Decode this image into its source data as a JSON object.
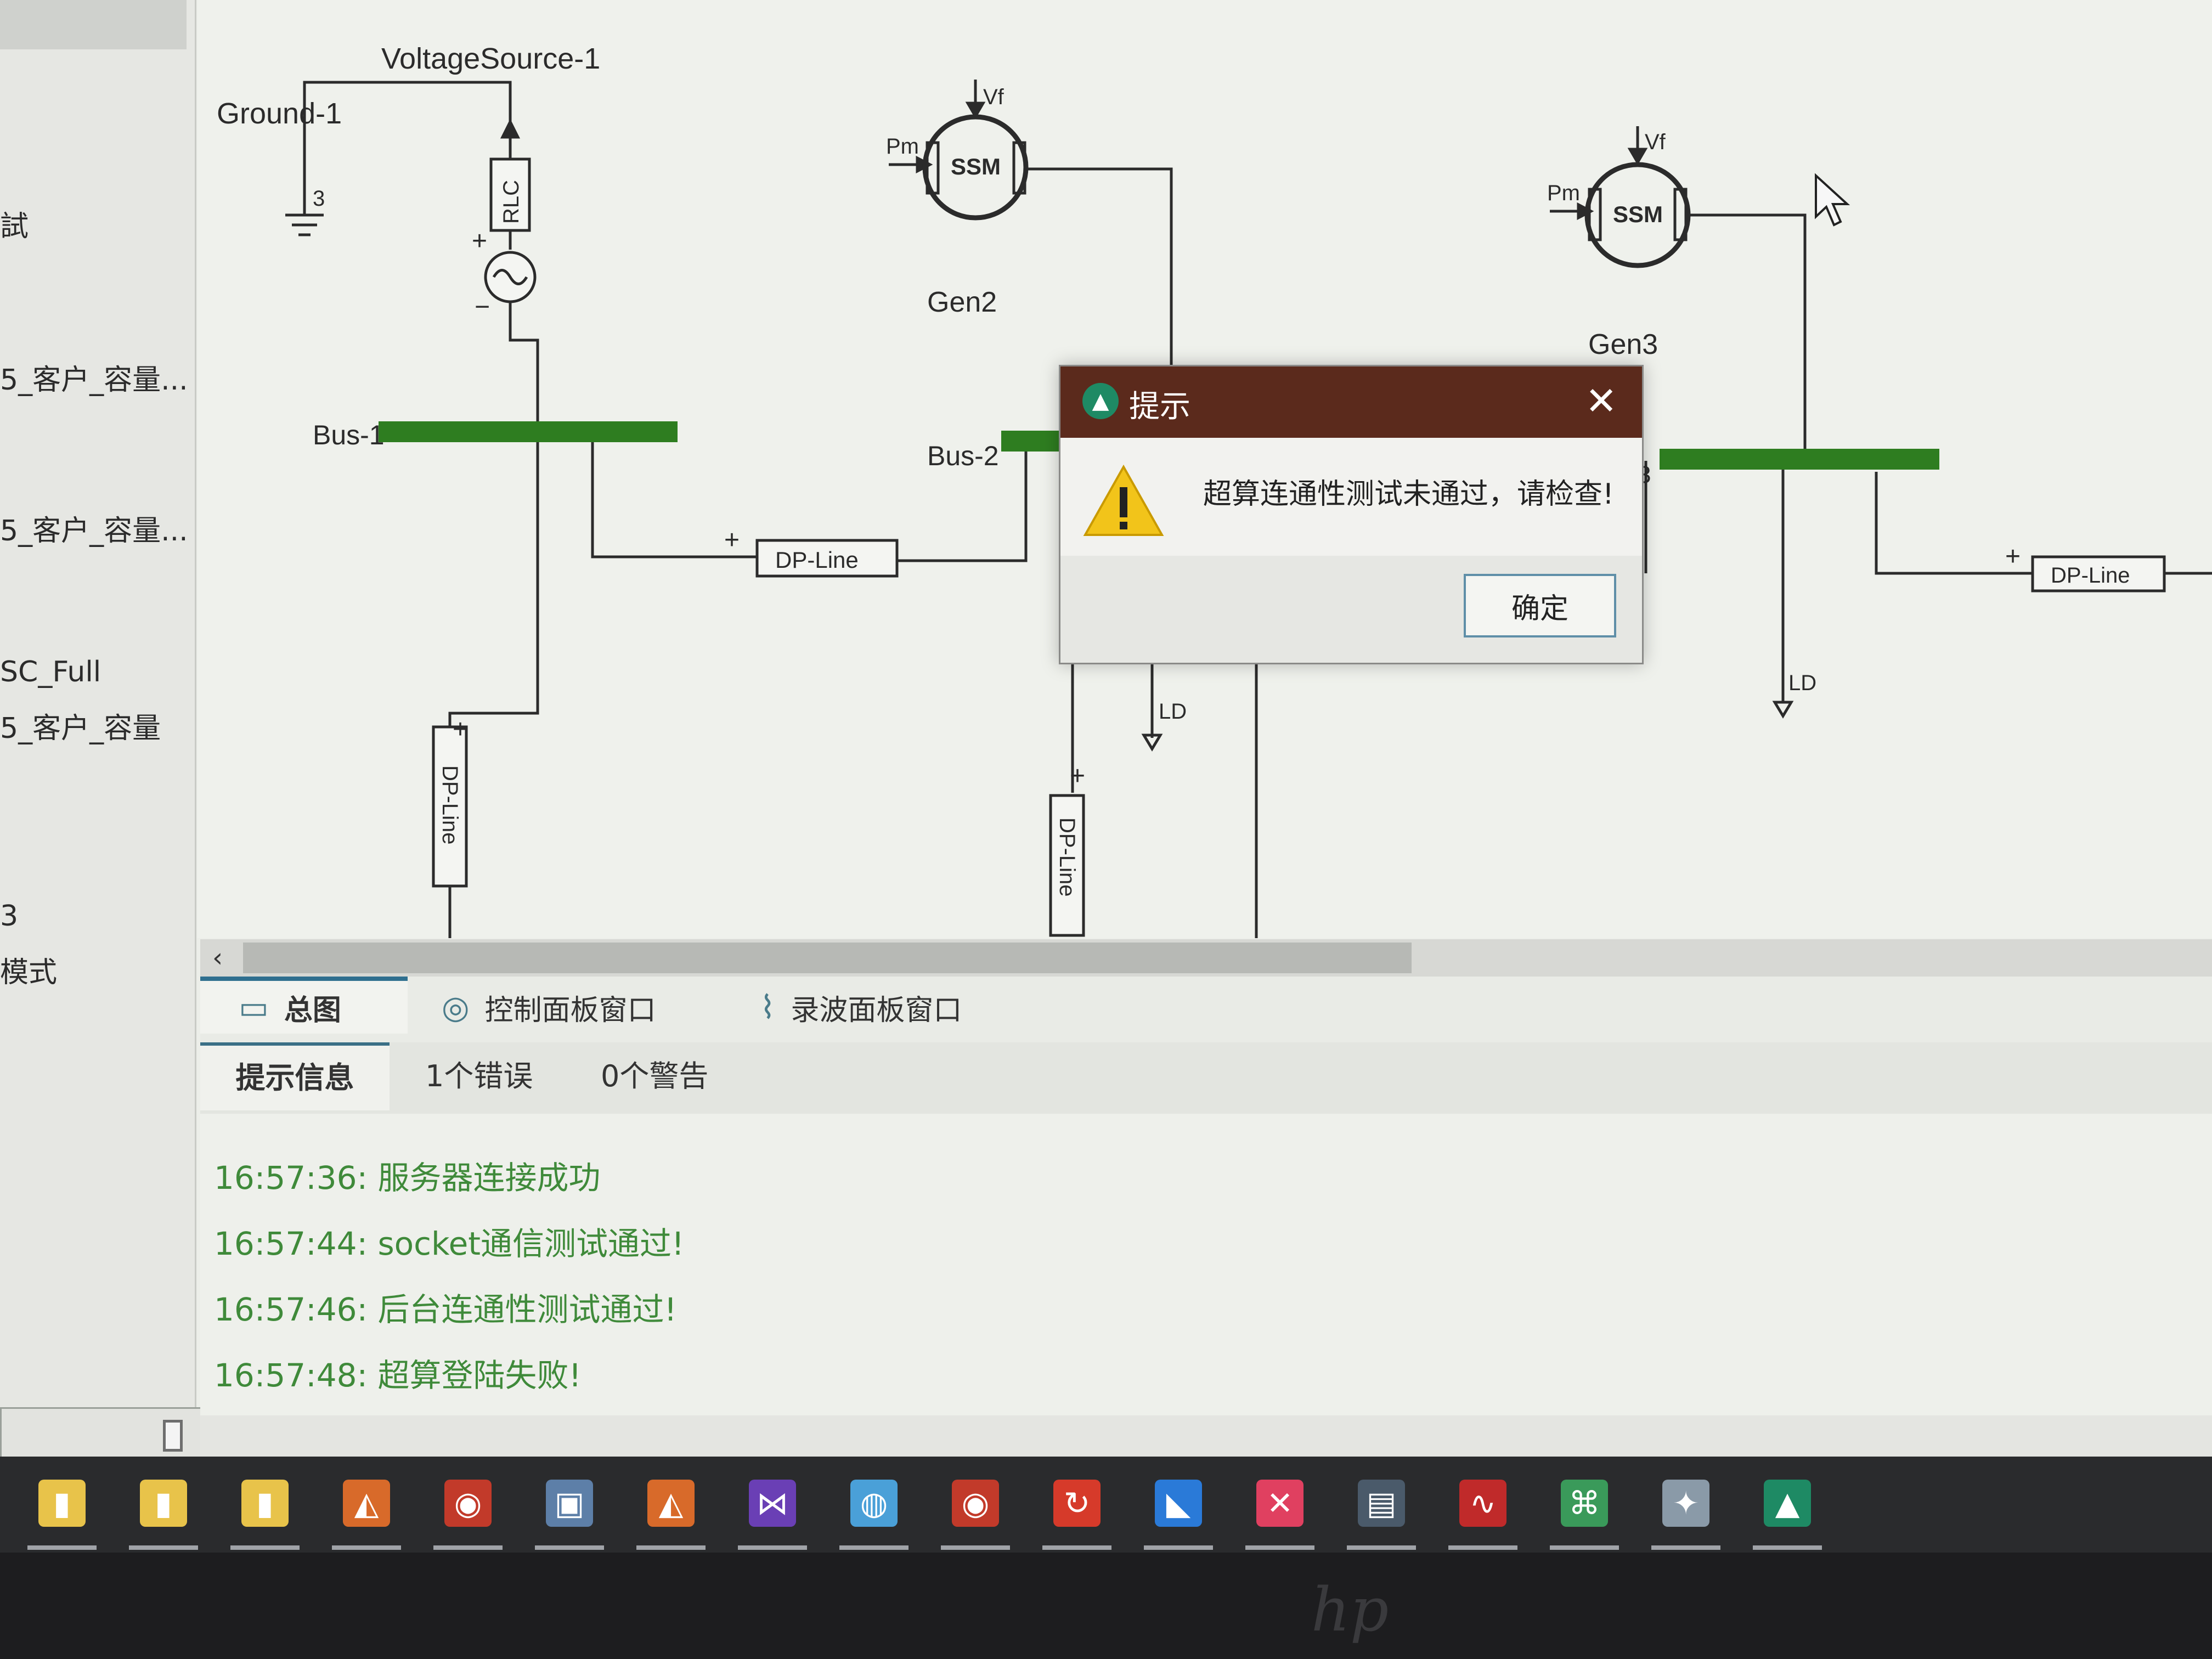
{
  "left_panel": {
    "items": [
      "試",
      "5_客户_容量...",
      "5_客户_容量...",
      "SC_Full",
      "5_客户_容量",
      "3",
      "模式"
    ]
  },
  "diagram": {
    "labels": {
      "voltage_source": "VoltageSource-1",
      "ground": "Ground-1",
      "ground_pin": "3",
      "rlc": "RLC",
      "bus1": "Bus-1",
      "bus2": "Bus-2",
      "bus3_pin": "3",
      "gen2": "Gen2",
      "gen3": "Gen3",
      "ssm": "SSM",
      "vf": "Vf",
      "pm": "Pm",
      "dp_line": "DP-Line",
      "ld": "LD",
      "plus": "+",
      "minus": "−"
    }
  },
  "view_tabs": [
    {
      "label": "总图",
      "icon": "folder-icon"
    },
    {
      "label": "控制面板窗口",
      "icon": "control-panel-icon"
    },
    {
      "label": "录波面板窗口",
      "icon": "waveform-icon"
    }
  ],
  "message_tabs": [
    "提示信息",
    "1个错误",
    "0个警告"
  ],
  "log": [
    "16:57:36: 服务器连接成功",
    "16:57:44: socket通信测试通过!",
    "16:57:46: 后台连通性测试通过!",
    "16:57:48: 超算登陆失败!"
  ],
  "dialog": {
    "title": "提示",
    "message": "超算连通性测试未通过，请检查!",
    "ok_label": "确定",
    "close_glyph": "✕"
  },
  "taskbar": {
    "icons": [
      "folder-icon",
      "folder-icon",
      "folder-icon",
      "matlab-icon",
      "media-icon",
      "app-icon",
      "matlab-icon",
      "visual-studio-icon",
      "browser-icon",
      "media-icon",
      "sync-icon",
      "fin-icon",
      "close-app-icon",
      "terminal-icon",
      "audio-icon",
      "network-icon",
      "tortoise-icon",
      "app-logo-icon"
    ]
  },
  "bezel_brand": "hp"
}
